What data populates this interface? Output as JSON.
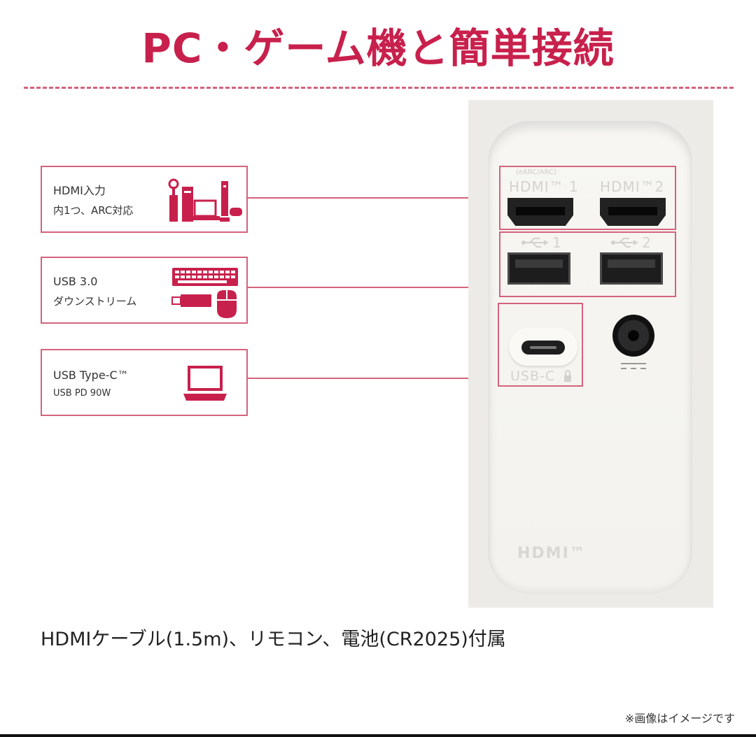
{
  "title": "PC・ゲーム機と簡単接続",
  "colors": {
    "accent": "#c8204c",
    "accent_soft": "#d4637c",
    "panel": "#ecebe7"
  },
  "callouts": [
    {
      "line1": "HDMI入力",
      "line2": "内1つ、ARC対応",
      "icon": "pc-and-game-console-icon"
    },
    {
      "line1": "USB 3.0",
      "line2": "ダウンストリーム",
      "icon": "keyboard-usb-stick-mouse-icon"
    },
    {
      "line1": "USB Type-C™",
      "line2": "USB PD 90W",
      "icon": "laptop-icon"
    }
  ],
  "ports": {
    "hdmi_earc": "(eARC/ARC)",
    "hdmi1": "HDMI™ 1",
    "hdmi2": "HDMI™2",
    "usb1": "1",
    "usb2": "2",
    "usbc": "USB-C",
    "hdmi_logo": "HDMI™"
  },
  "footer": "HDMIケーブル(1.5m)、リモコン、電池(CR2025)付属",
  "note": "※画像はイメージです"
}
